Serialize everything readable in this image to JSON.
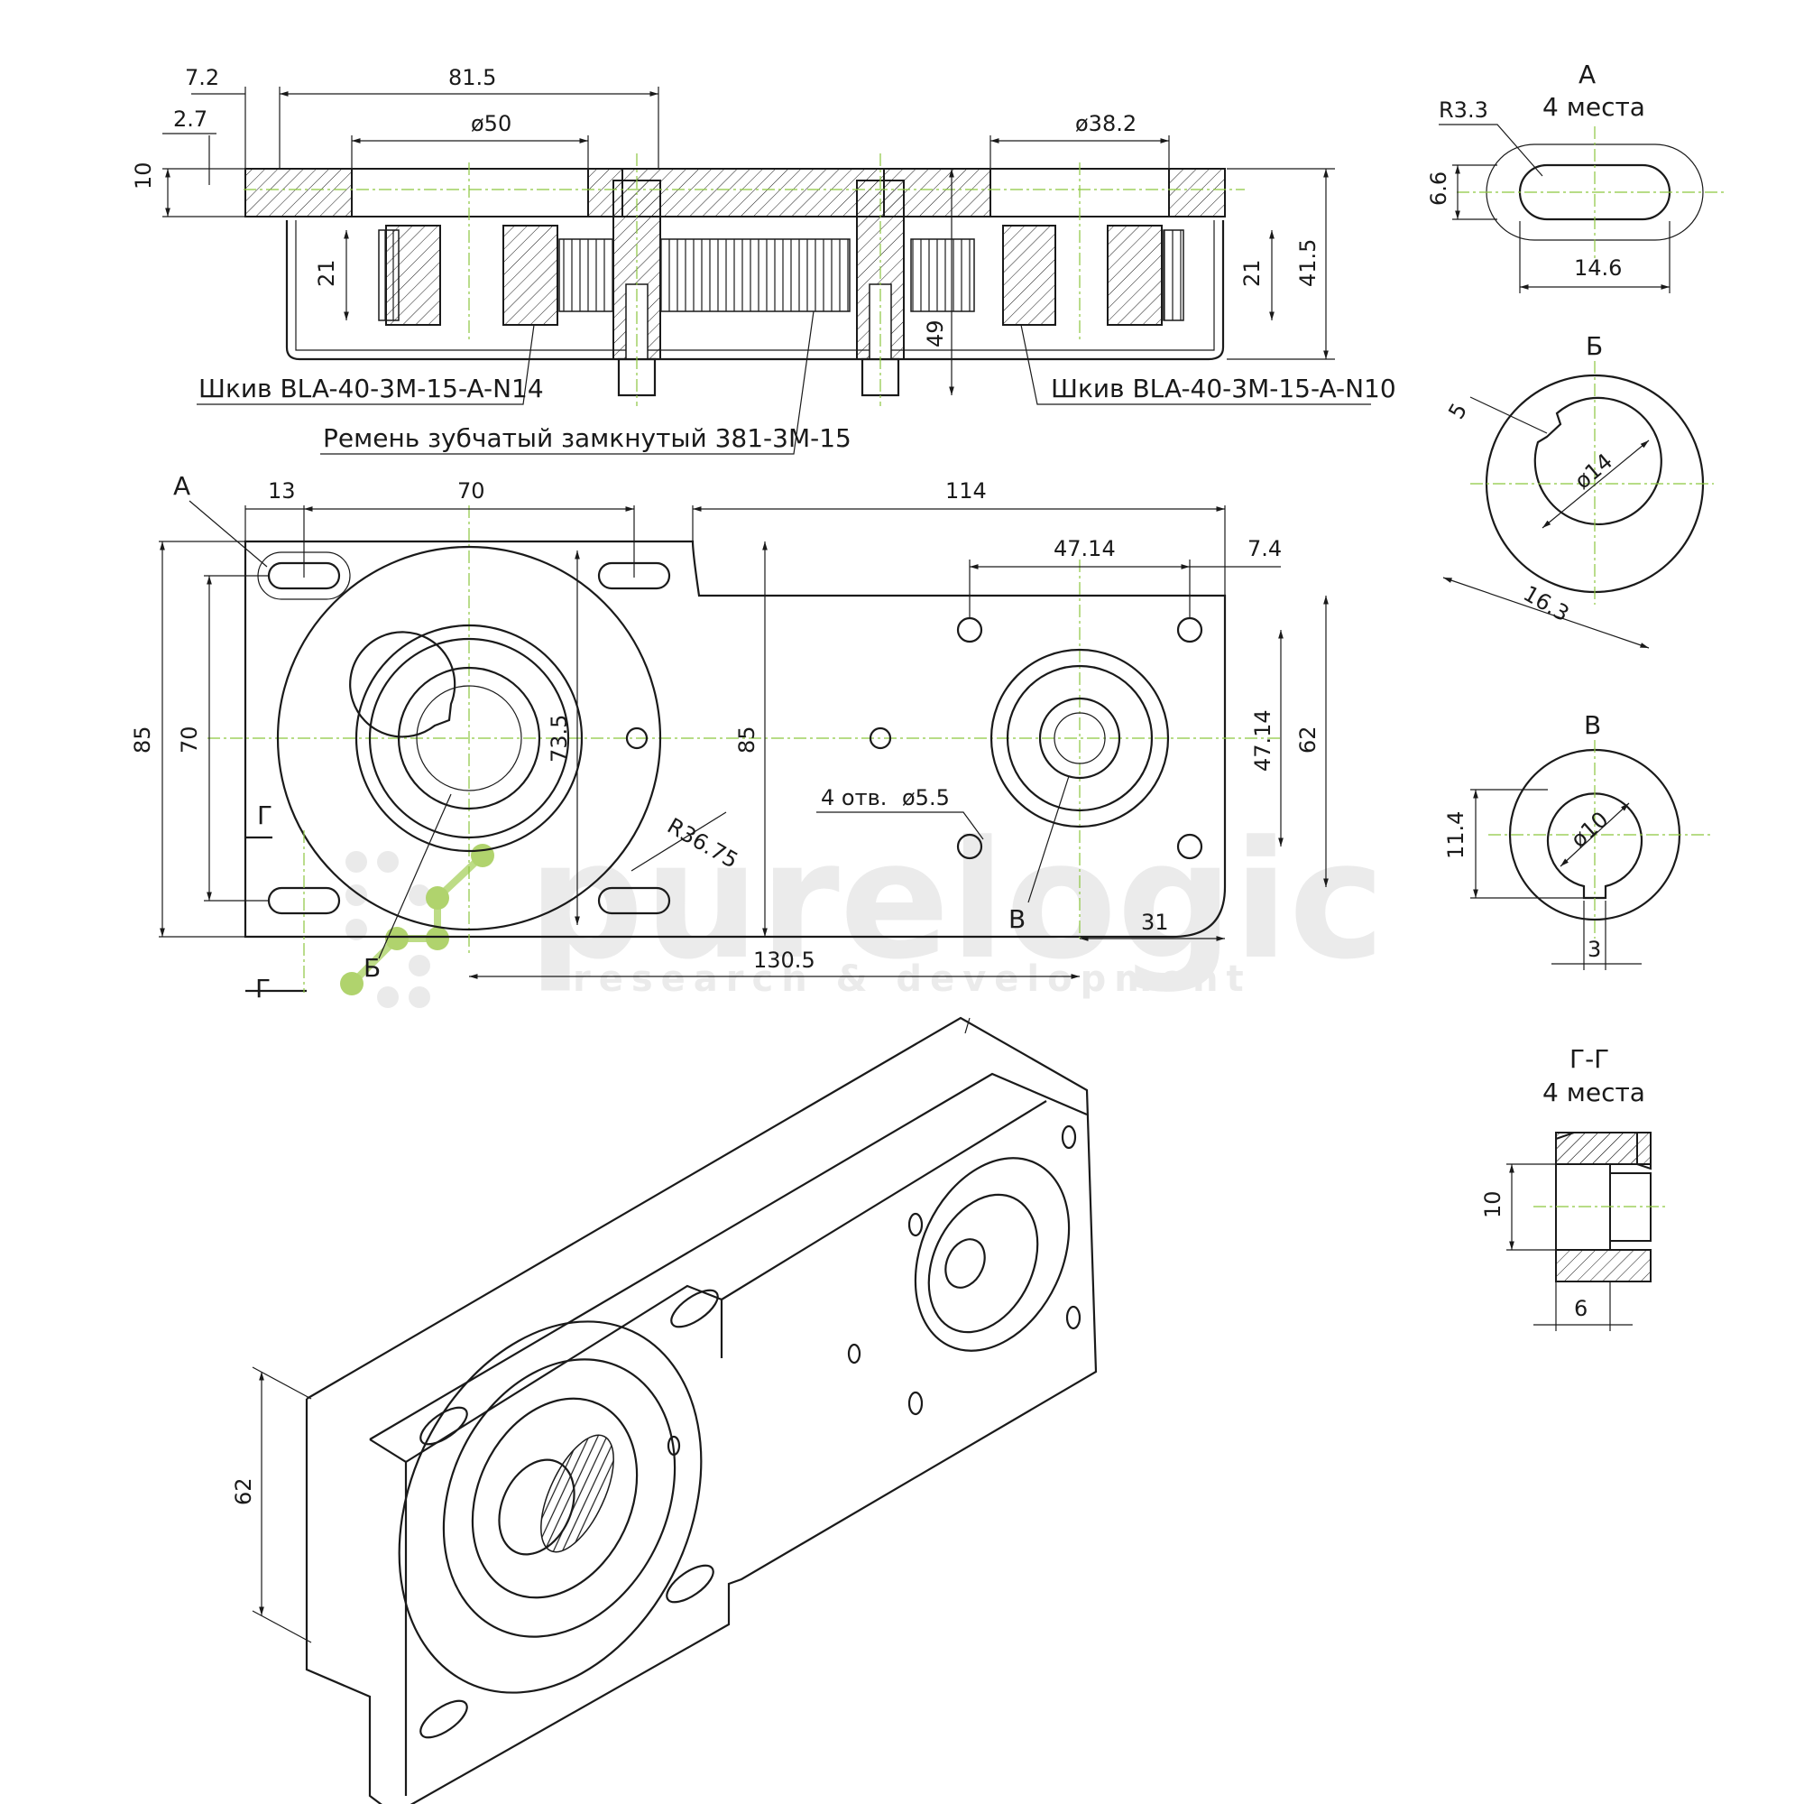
{
  "dimensions": {
    "d7_2": "7.2",
    "d81_5": "81.5",
    "d2_7": "2.7",
    "d50": "ø50",
    "d38_2": "ø38.2",
    "d10": "10",
    "d21": "21",
    "d41_5": "41.5",
    "d49": "49",
    "d13": "13",
    "d70": "70",
    "d114": "114",
    "d47_14": "47.14",
    "d7_4": "7.4",
    "d85": "85",
    "d73_5": "73.5",
    "d62": "62",
    "d31": "31",
    "d130_5": "130.5",
    "r36_75": "R36.75",
    "holes": "4 отв.",
    "holes_dia": "ø5.5",
    "iso62": "62"
  },
  "callouts": {
    "pulley_n14": "Шкив BLA-40-3M-15-A-N14",
    "pulley_n10": "Шкив BLA-40-3M-15-A-N10",
    "belt": "Ремень зубчатый замкнутый 381-3M-15"
  },
  "view_labels": {
    "A": "А",
    "B": "Б",
    "V": "В",
    "G": "Г"
  },
  "detail_A": {
    "title": "А",
    "subtitle": "4 места",
    "r": "R3.3",
    "h": "6.6",
    "w": "14.6"
  },
  "detail_B": {
    "title": "Б",
    "key": "5",
    "dia": "ø14",
    "span": "16.3"
  },
  "detail_V": {
    "title": "В",
    "dia": "ø10",
    "h": "11.4",
    "key": "3"
  },
  "detail_G": {
    "title": "Г-Г",
    "subtitle": "4 места",
    "h": "10",
    "w": "6"
  },
  "watermark": {
    "brand": "purelogic",
    "tagline": "research & development"
  },
  "colors": {
    "ink": "#1a1a1a",
    "centerline": "#8cc63f",
    "watermark": "#e9e9e9"
  }
}
